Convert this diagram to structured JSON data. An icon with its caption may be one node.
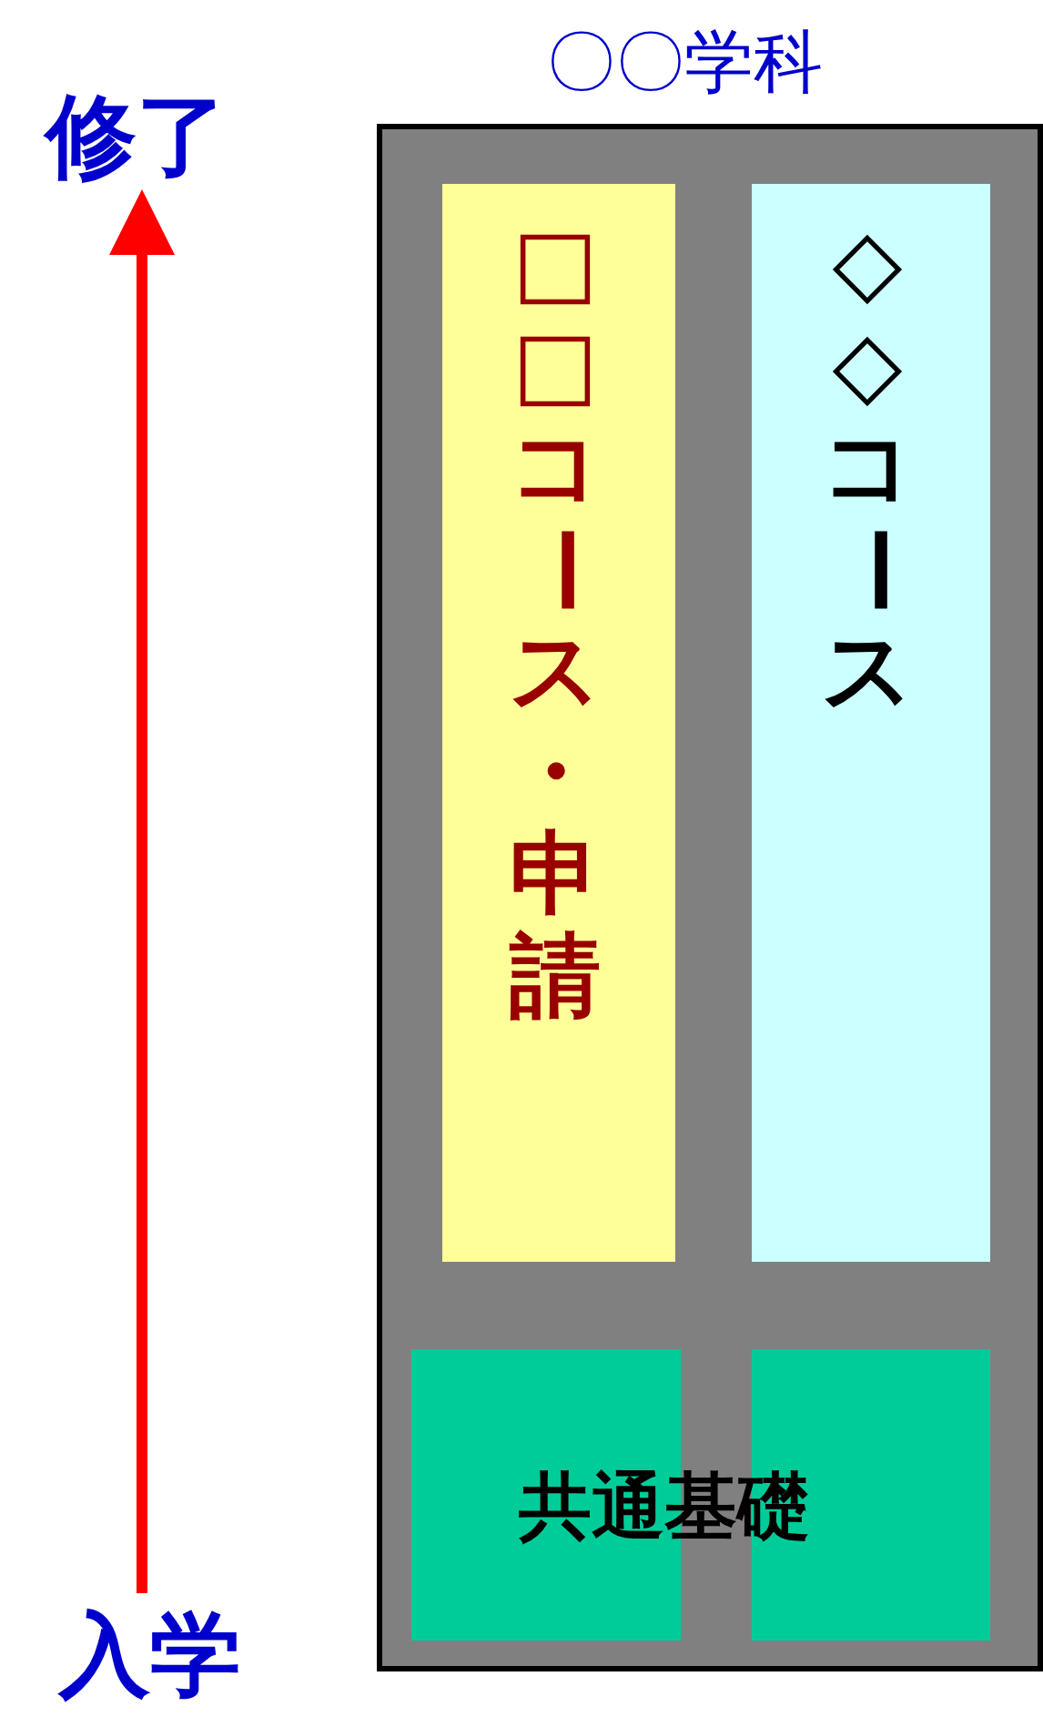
{
  "diagram": {
    "nodes": [
      {
        "text": [
          "〇〇学科"
        ]
      },
      {
        "text": [
          "□□コース・申請"
        ],
        "in": 0
      },
      {
        "text": [
          "◇◇コース"
        ],
        "in": 0
      },
      {
        "text": [],
        "shape": "box",
        "in": 0
      },
      {
        "text": [],
        "shape": "box",
        "in": 0
      },
      {
        "text": [
          "修了"
        ]
      },
      {
        "text": [
          "入学"
        ]
      }
    ],
    "edges": [
      {
        "from": 6,
        "to": 5,
        "arrow": "to",
        "color": "#ff0000"
      }
    ],
    "labels": [
      "共通基礎"
    ]
  }
}
